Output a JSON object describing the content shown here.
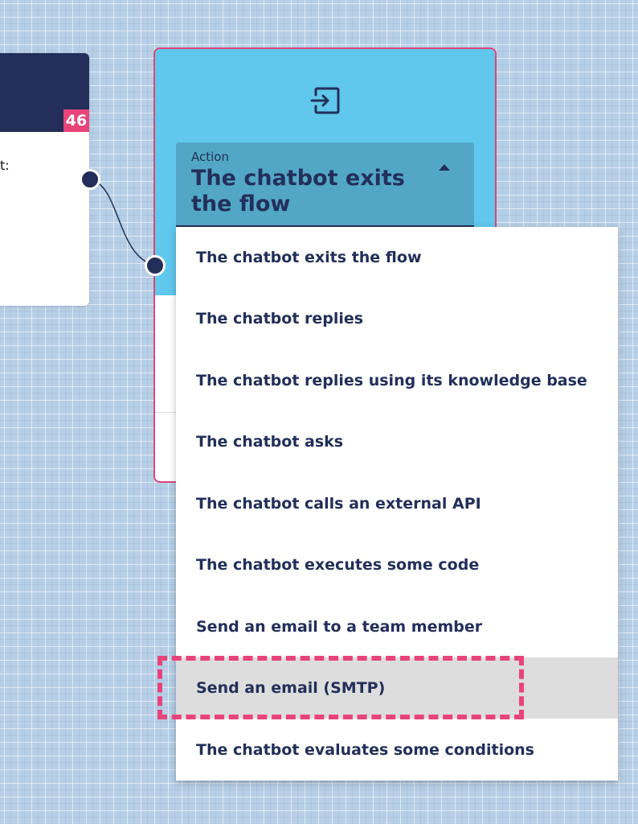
{
  "left_node": {
    "badge": "46",
    "partial_text": "t:"
  },
  "exit_node": {
    "icon": "exit-icon",
    "action_select": {
      "label": "Action",
      "value": "The chatbot exits the flow"
    }
  },
  "dropdown": {
    "options": [
      {
        "label": "The chatbot exits the flow"
      },
      {
        "label": "The chatbot replies"
      },
      {
        "label": "The chatbot replies using its knowledge base"
      },
      {
        "label": "The chatbot asks"
      },
      {
        "label": "The chatbot calls an external API"
      },
      {
        "label": "The chatbot executes some code"
      },
      {
        "label": "Send an email to a team member"
      },
      {
        "label": "Send an email (SMTP)",
        "highlighted": true
      },
      {
        "label": "The chatbot evaluates some conditions"
      }
    ]
  },
  "colors": {
    "accent_pink": "#e8447a",
    "navy": "#232f5a",
    "node_blue": "#5fc8ec",
    "select_blue": "#53a7c6"
  }
}
